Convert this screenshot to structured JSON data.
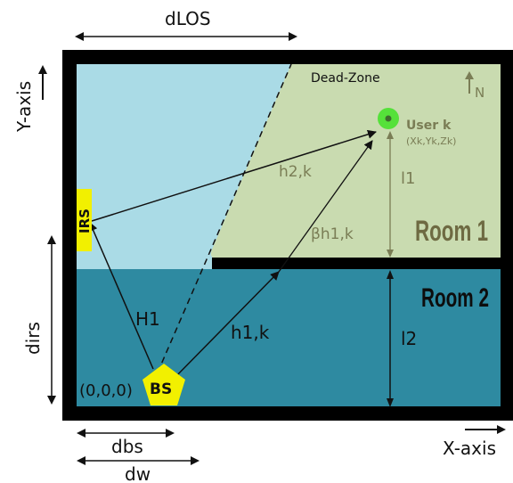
{
  "labels": {
    "d_los": "dLOS",
    "y_axis": "Y-axis",
    "x_axis": "X-axis",
    "dead_zone": "Dead-Zone",
    "north": "N",
    "user": "User k",
    "user_coords": "(Xk,Yk,Zk)",
    "h2k": "h2,k",
    "l1": "l1",
    "room1": "Room 1",
    "irs": "IRS",
    "beta_h1k": "βh1,k",
    "room2": "Room 2",
    "d_irs": "dirs",
    "H1": "H1",
    "h1k": "h1,k",
    "l2": "l2",
    "bs": "BS",
    "origin": "(0,0,0)",
    "d_bs": "dbs",
    "d_w": "dw"
  },
  "colors": {
    "room1_top": "#aadbe6",
    "dead_zone": "#c9dbb0",
    "room2": "#2e8aa1",
    "wall": "#000000",
    "irs": "#f2f000",
    "bs": "#f2f000",
    "user": "#55e13a",
    "olive": "#7a7d55"
  }
}
